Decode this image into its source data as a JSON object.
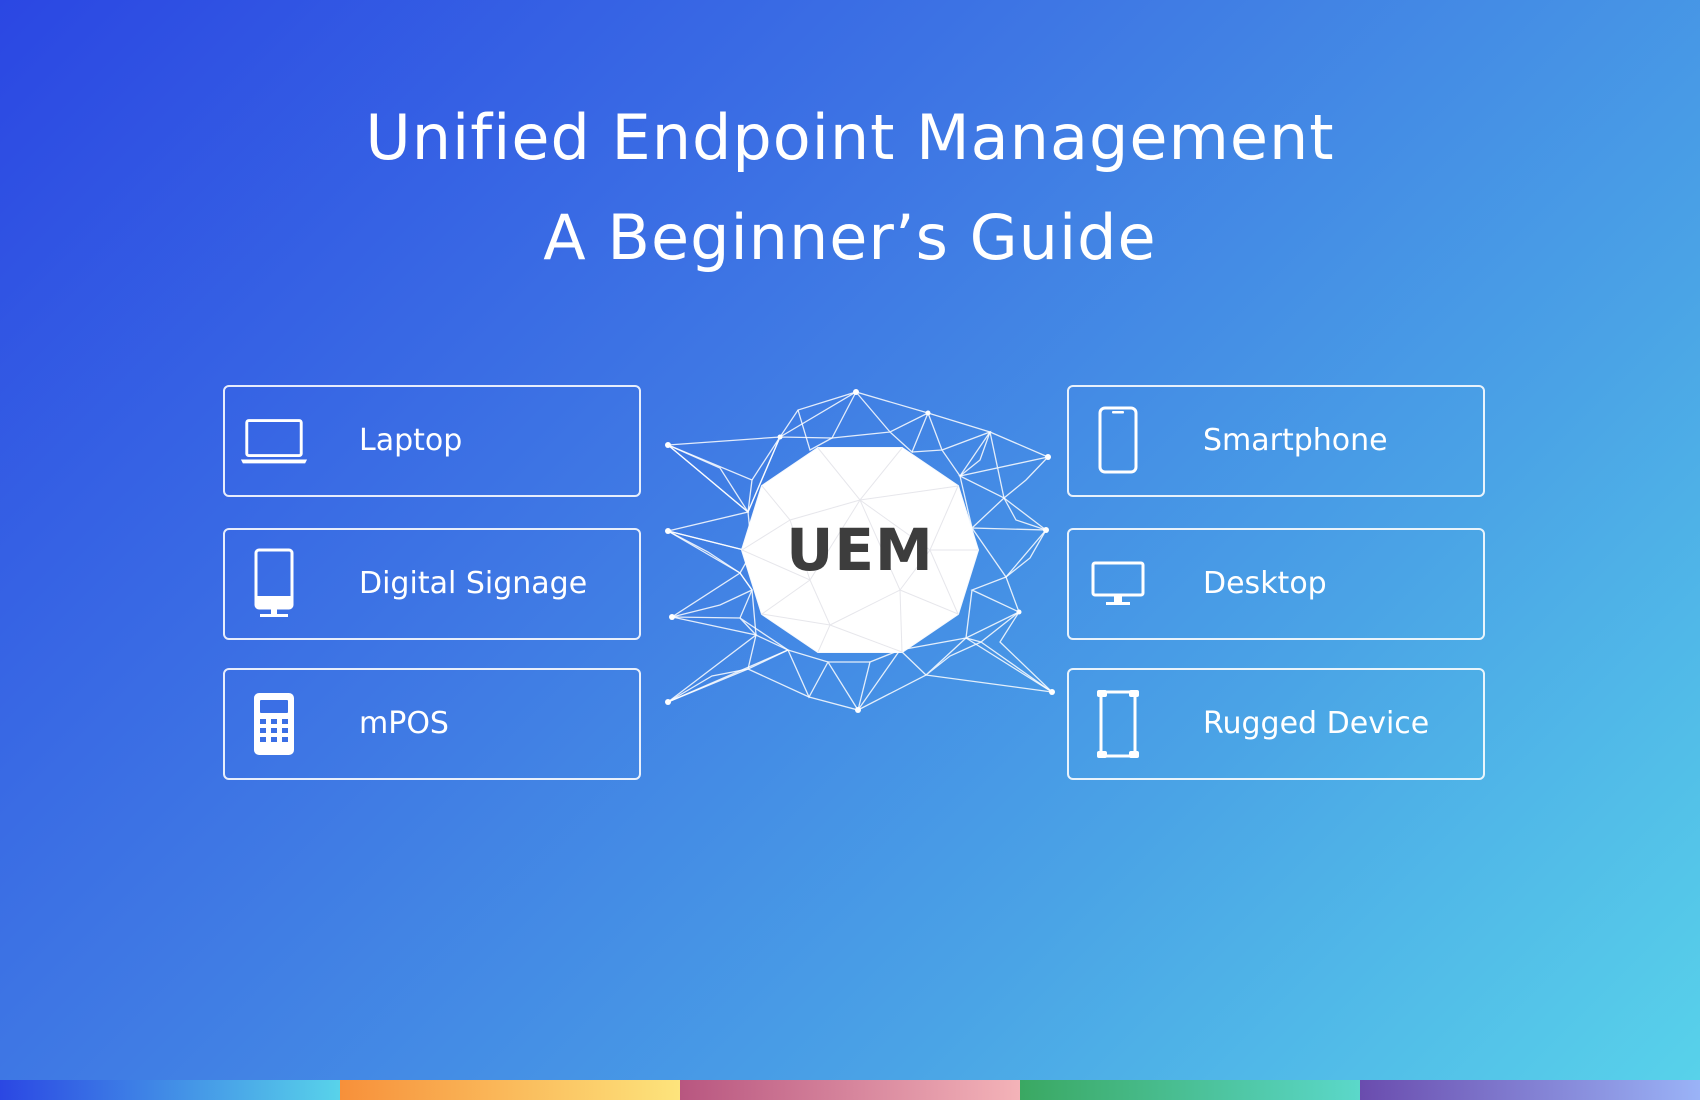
{
  "title": {
    "line1": "Unified Endpoint Management",
    "line2": "A Beginner’s Guide"
  },
  "hub": {
    "label": "UEM"
  },
  "devices": {
    "left": [
      {
        "label": "Laptop",
        "icon": "laptop-icon"
      },
      {
        "label": "Digital Signage",
        "icon": "digital-signage-icon"
      },
      {
        "label": "mPOS",
        "icon": "mpos-icon"
      }
    ],
    "right": [
      {
        "label": "Smartphone",
        "icon": "smartphone-icon"
      },
      {
        "label": "Desktop",
        "icon": "desktop-icon"
      },
      {
        "label": "Rugged Device",
        "icon": "rugged-device-icon"
      }
    ]
  },
  "colors": {
    "background_start": "#2b47e3",
    "background_end": "#58d3ea",
    "card_border": "#ffffff",
    "hub_fill": "#ffffff",
    "hub_text": "#3d3d3d",
    "strip": [
      [
        "#2b47e3",
        "#58d3ea"
      ],
      [
        "#f7903a",
        "#fde47c"
      ],
      [
        "#b85680",
        "#f4b3b8"
      ],
      [
        "#3aa862",
        "#5bd8ca"
      ],
      [
        "#6a4cae",
        "#9ab3f7"
      ]
    ]
  }
}
